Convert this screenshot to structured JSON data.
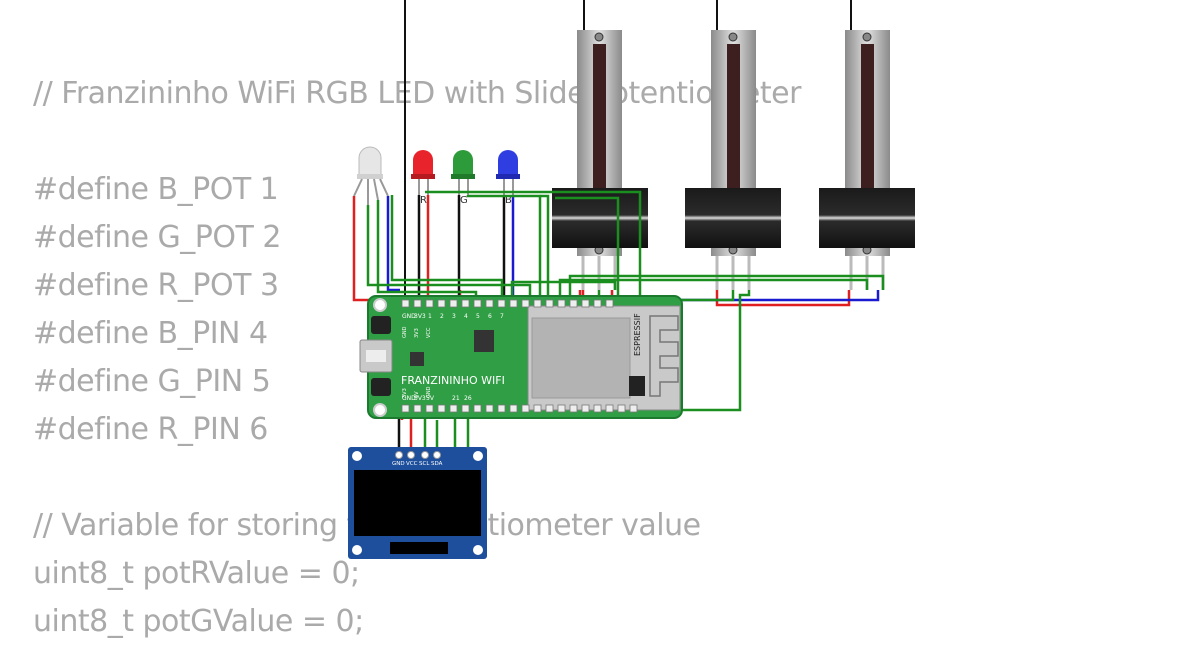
{
  "code_lines": [
    "// Franzininho WiFi RGB LED with Slide Potentiometer",
    "",
    "#define B_POT 1",
    "#define G_POT 2",
    "#define R_POT 3",
    "#define B_PIN 4",
    "#define G_PIN 5",
    "#define R_PIN 6",
    "",
    "// Variable for storing the potentiometer value",
    "uint8_t potRValue = 0;",
    "uint8_t potGValue = 0;"
  ],
  "board": {
    "name": "FRANZININHO WIFI",
    "module_brand": "ESPRESSIF",
    "top_pins": [
      "GND",
      "3V3",
      "1",
      "2",
      "3",
      "4",
      "5",
      "6",
      "7"
    ],
    "bottom_pins": [
      "GND",
      "3V3",
      "5V",
      "21",
      "26"
    ],
    "side_pins": [
      "GND",
      "3V3",
      "VCC",
      "3V3",
      "5V",
      "GND"
    ],
    "color": "#2f9e44"
  },
  "leds": [
    {
      "label": "",
      "color": "#e6e6e6"
    },
    {
      "label": "R",
      "color": "#e8232b"
    },
    {
      "label": "G",
      "color": "#2e9b3a"
    },
    {
      "label": "B",
      "color": "#2f3ee0"
    }
  ],
  "oled": {
    "pins": [
      "GND",
      "VCC",
      "SCL",
      "SDA"
    ],
    "color": "#1e4f9c"
  },
  "potentiometers": [
    {
      "name": "slide-pot-r"
    },
    {
      "name": "slide-pot-g"
    },
    {
      "name": "slide-pot-b"
    }
  ],
  "wire_colors": {
    "green": "#1a8f1f",
    "red": "#e02020",
    "blue": "#1a1ad0",
    "black": "#111111"
  }
}
